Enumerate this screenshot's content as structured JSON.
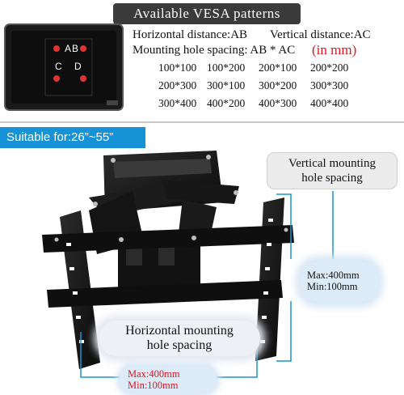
{
  "banner": {
    "title": "Available VESA patterns"
  },
  "diagram": {
    "hole_labels": [
      "A",
      "B",
      "C",
      "D"
    ]
  },
  "info": {
    "horizontal": "Horizontal distance:AB",
    "vertical": "Vertical distance:AC",
    "spacing": "Mounting hole spacing: AB * AC",
    "unit_note": "(in mm)"
  },
  "patterns": [
    [
      "100*100",
      "100*200",
      "200*100",
      "200*200"
    ],
    [
      "200*300",
      "300*100",
      "300*200",
      "300*300"
    ],
    [
      "300*400",
      "400*200",
      "400*300",
      "400*400"
    ]
  ],
  "suitable": {
    "label": "Suitable for:26”~55”"
  },
  "vertical_callout": {
    "line1": "Vertical mounting",
    "line2": "hole spacing"
  },
  "vertical_measure": {
    "max": "Max:400mm",
    "min": "Min:100mm"
  },
  "horizontal_callout": {
    "line1": "Horizontal mounting",
    "line2": "hole spacing"
  },
  "horizontal_measure": {
    "max": "Max:400mm",
    "min": "Min:100mm"
  },
  "colors": {
    "accent_blue": "#1693d6",
    "red": "#e0151b",
    "banner_bg": "#3a3a3a"
  }
}
